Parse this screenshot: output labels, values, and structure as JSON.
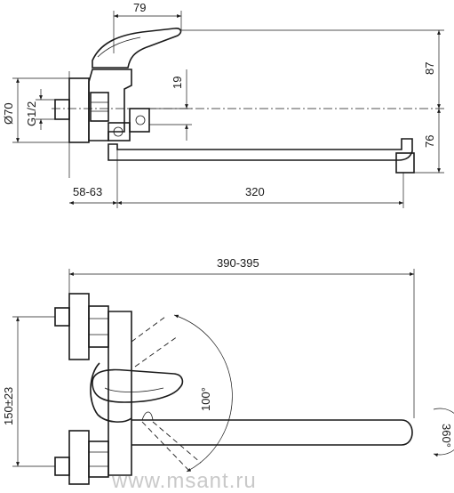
{
  "dimensions": {
    "lever_reach": "79",
    "body_height": "87",
    "outlet_offset": "19",
    "connector_diameter": "Ø70",
    "thread": "G1/2",
    "spout_height": "76",
    "wall_distance": "58-63",
    "spout_length": "320",
    "total_length": "390-395",
    "center_distance": "150±23",
    "lever_rotation": "100°",
    "spout_rotation": "360°"
  },
  "watermark": "www.msant.ru"
}
